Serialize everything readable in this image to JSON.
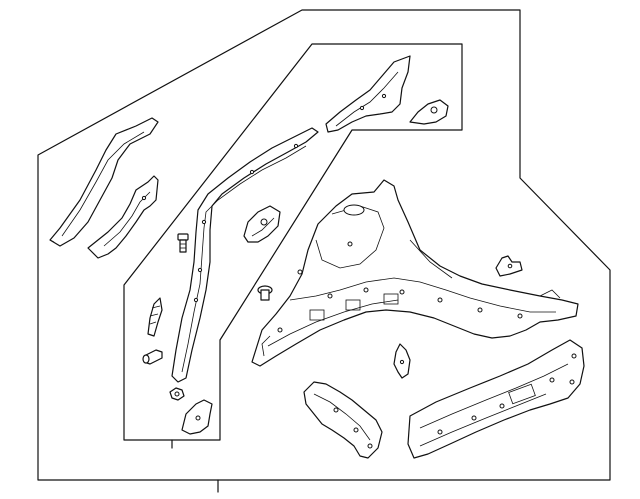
{
  "diagram": {
    "background": "#ffffff",
    "line_color": "#111111",
    "parts": [
      "outer-boundary",
      "inner-group-boundary",
      "upper-callout-box",
      "left-panel-upper",
      "left-panel-lower",
      "front-pillar-reinforcement",
      "upper-bracket",
      "small-bracket",
      "mount-bracket",
      "bolt",
      "stud",
      "bracket-small-left",
      "pin",
      "nut",
      "lower-clip",
      "front-apron-assembly",
      "tab-bracket",
      "gusset-bracket",
      "lower-mount-bracket",
      "side-member-extension"
    ]
  }
}
